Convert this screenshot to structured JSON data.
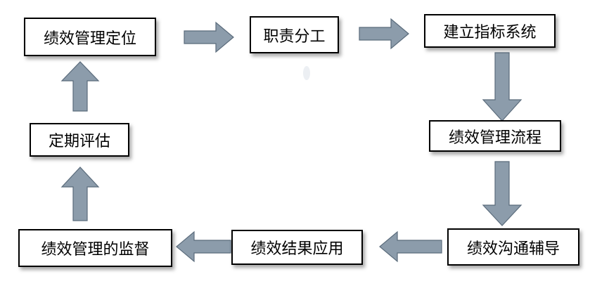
{
  "diagram": {
    "nodes": [
      {
        "id": "positioning",
        "label": "绩效管理定位"
      },
      {
        "id": "division",
        "label": "职责分工"
      },
      {
        "id": "indicators",
        "label": "建立指标系统"
      },
      {
        "id": "process",
        "label": "绩效管理流程"
      },
      {
        "id": "coaching",
        "label": "绩效沟通辅导"
      },
      {
        "id": "application",
        "label": "绩效结果应用"
      },
      {
        "id": "supervision",
        "label": "绩效管理的监督"
      },
      {
        "id": "evaluation",
        "label": "定期评估"
      }
    ],
    "edges": [
      {
        "from": "positioning",
        "to": "division"
      },
      {
        "from": "division",
        "to": "indicators"
      },
      {
        "from": "indicators",
        "to": "process"
      },
      {
        "from": "process",
        "to": "coaching"
      },
      {
        "from": "coaching",
        "to": "application"
      },
      {
        "from": "application",
        "to": "supervision"
      },
      {
        "from": "supervision",
        "to": "evaluation"
      },
      {
        "from": "evaluation",
        "to": "positioning"
      }
    ],
    "colors": {
      "arrow_fill": "#8c9cab",
      "arrow_stroke": "#5a6b7b",
      "box_border": "#000000"
    }
  }
}
